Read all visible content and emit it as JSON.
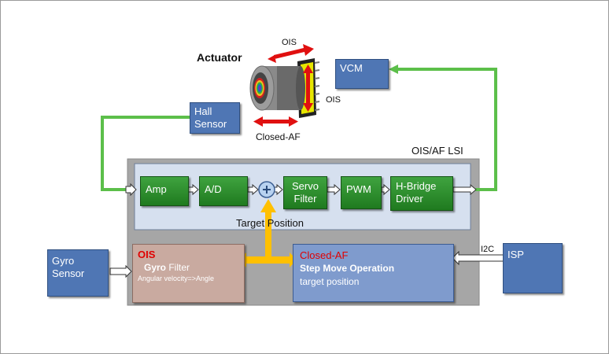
{
  "title": "Actuator",
  "labels": {
    "ois_top": "OIS",
    "ois_right": "OIS",
    "closed_af": "Closed-AF",
    "lsi": "OIS/AF LSI",
    "target_position": "Target Position",
    "i2c": "I2C"
  },
  "boxes": {
    "vcm": "VCM",
    "hall_line1": "Hall",
    "hall_line2": "Sensor",
    "gyro_line1": "Gyro",
    "gyro_line2": "Sensor",
    "isp": "ISP"
  },
  "blocks": {
    "amp": "Amp",
    "ad": "A/D",
    "servo_line1": "Servo",
    "servo_line2": "Filter",
    "pwm": "PWM",
    "hbridge_line1": "H-Bridge",
    "hbridge_line2": "Driver"
  },
  "ois_panel": {
    "title": "OIS",
    "line1_bold": "Gyro",
    "line1_rest": " Filter",
    "line2": "Angular velocity=>Angle"
  },
  "af_panel": {
    "title": "Closed-AF",
    "line1": "Step Move Operation",
    "line2": "target position"
  },
  "colors": {
    "green_line": "#5cbf4a",
    "gray_panel": "#a6a6a6",
    "inner_panel": "#d6e0ef",
    "blue_box": "#4f76b4",
    "green_block": "#2e8b2e",
    "ois_panel": "#c9aaa0",
    "af_panel": "#7f9bcd",
    "orange": "#ffc000",
    "red_text": "#e00000",
    "red_arrow": "#e01010"
  }
}
